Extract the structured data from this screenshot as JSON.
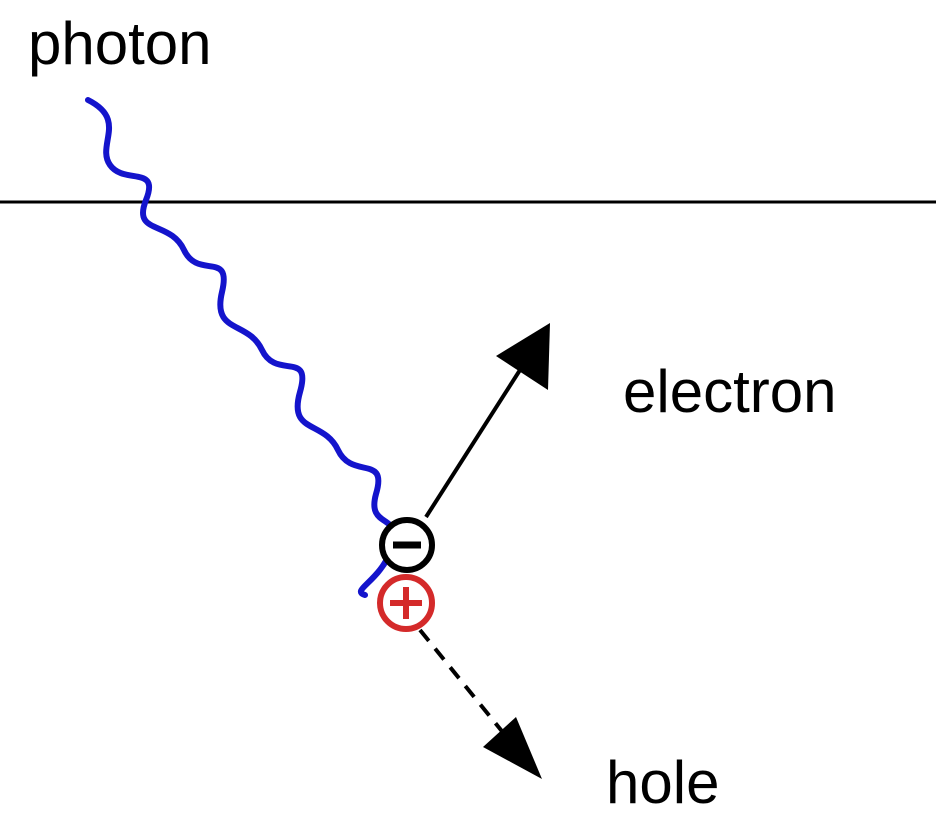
{
  "labels": {
    "photon": "photon",
    "electron": "electron",
    "hole": "hole"
  },
  "colors": {
    "photon_wave": "#1414cc",
    "electron": "#000000",
    "hole": "#d42a2a",
    "surface_line": "#000000",
    "background": "#ffffff"
  },
  "charges": {
    "electron_symbol": "minus",
    "hole_symbol": "plus"
  }
}
